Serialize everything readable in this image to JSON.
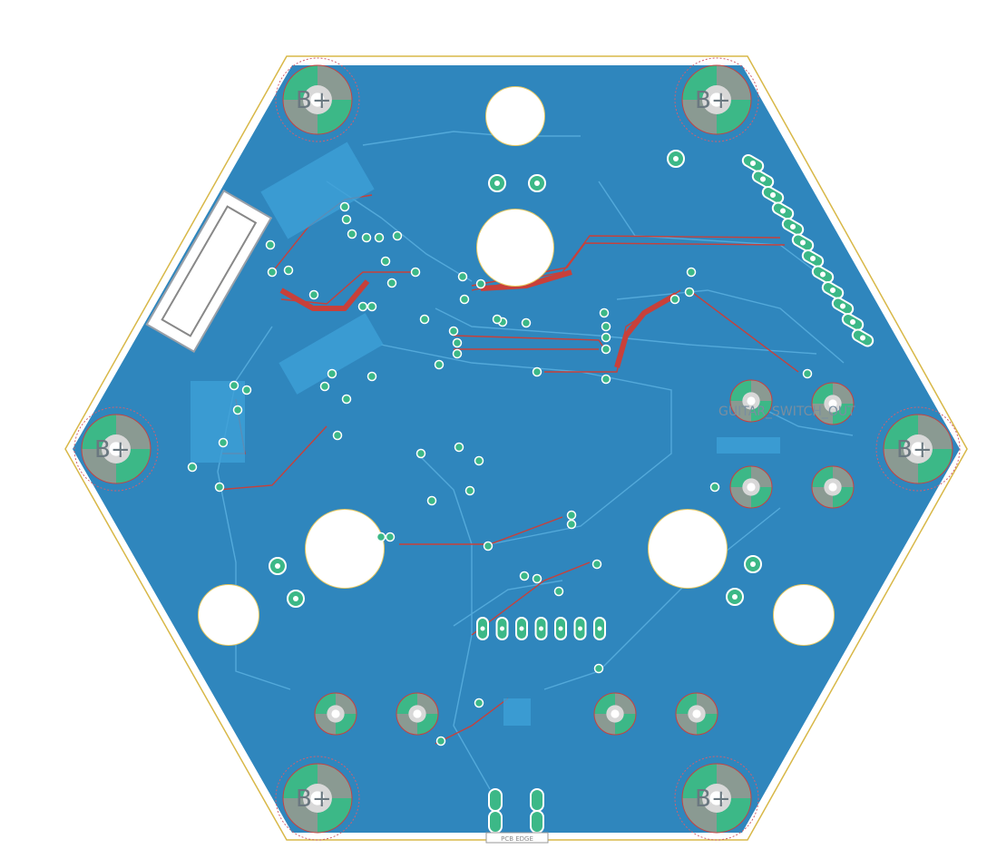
{
  "labels": {
    "silk_text": "GUITAR_SWITCH_OUT",
    "edge_text": "PCB EDGE",
    "mount_hole_text": "B+"
  },
  "colors": {
    "copper_fill": "#2f86bd",
    "trace_top": "#c8403a",
    "trace_bottom": "#5ab0e0",
    "pad": "#3cb887",
    "outline": "#d8b848",
    "background": "#ffffff"
  }
}
